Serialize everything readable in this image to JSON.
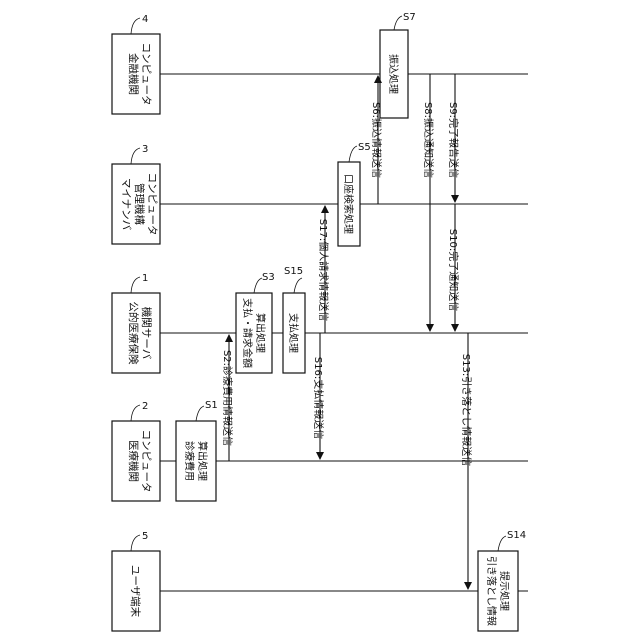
{
  "entities": [
    {
      "id": "financial",
      "ref": "4",
      "lines": [
        "金融機関",
        "コンピュータ"
      ]
    },
    {
      "id": "mynumber",
      "ref": "3",
      "lines": [
        "マイナンバ",
        "管理機構",
        "コンピュータ"
      ]
    },
    {
      "id": "insurance",
      "ref": "1",
      "lines": [
        "公的医療保険",
        "機関サーバ"
      ]
    },
    {
      "id": "medical",
      "ref": "2",
      "lines": [
        "医療機関",
        "コンピュータ"
      ]
    },
    {
      "id": "user",
      "ref": "5",
      "lines": [
        "ユーザ端末"
      ]
    }
  ],
  "processes": [
    {
      "id": "s7",
      "ref": "S7",
      "lines": [
        "振込処理"
      ]
    },
    {
      "id": "s5",
      "ref": "S5",
      "lines": [
        "口座検索処理"
      ]
    },
    {
      "id": "s3",
      "ref": "S3",
      "lines": [
        "支払・請求金額",
        "算出処理"
      ]
    },
    {
      "id": "s15",
      "ref": "S15",
      "lines": [
        "支払処理"
      ]
    },
    {
      "id": "s1",
      "ref": "S1",
      "lines": [
        "診療費用",
        "算出処理"
      ]
    },
    {
      "id": "s14",
      "ref": "S14",
      "lines": [
        "引き落とし情報",
        "提示処理"
      ]
    }
  ],
  "messages": [
    {
      "id": "s2",
      "label": "S2:診療費用情報送信"
    },
    {
      "id": "s17",
      "label": "S17:個人請求情報送信"
    },
    {
      "id": "s6",
      "label": "S6:振込情報送信"
    },
    {
      "id": "s8",
      "label": "S8:振込通知送信"
    },
    {
      "id": "s9",
      "label": "S9:完了報告送信"
    },
    {
      "id": "s10",
      "label": "S10:完了通知送信"
    },
    {
      "id": "s16",
      "label": "S16:支払情報送信"
    },
    {
      "id": "s13",
      "label": "S13:引き落とし情報送信"
    }
  ]
}
